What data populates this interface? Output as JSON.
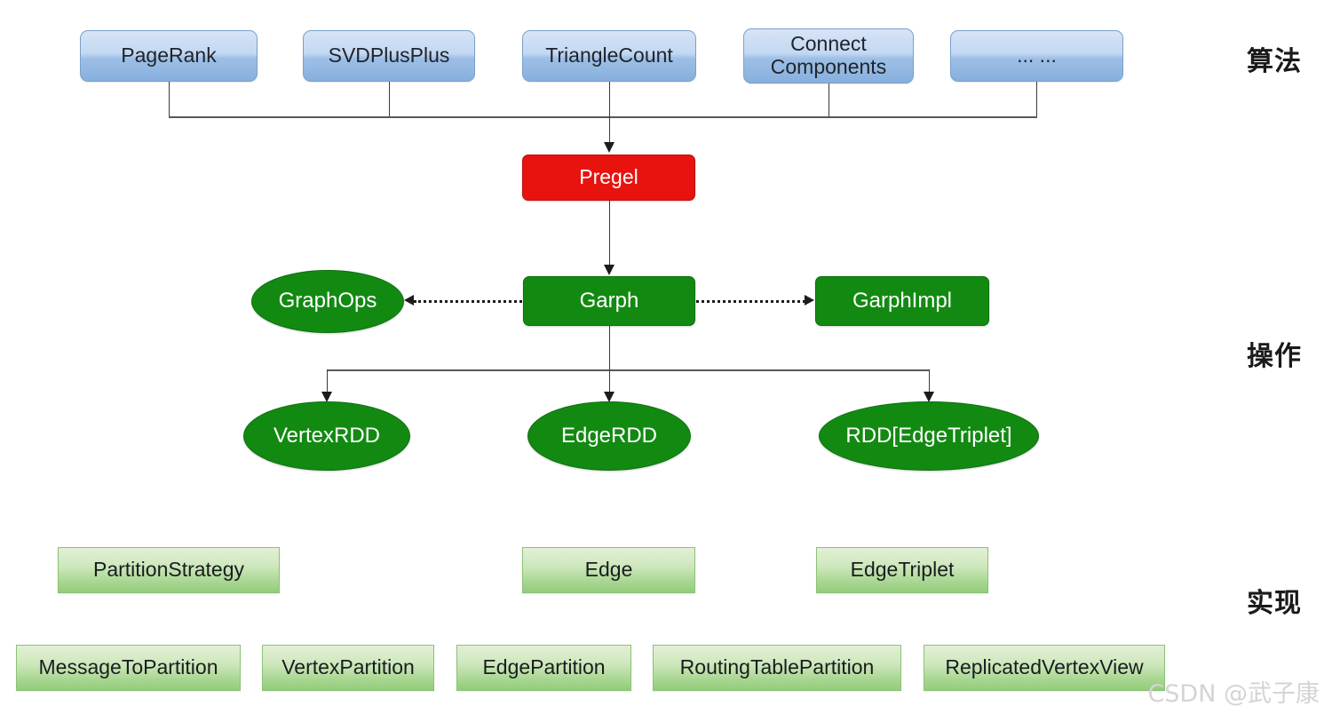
{
  "diagram": {
    "title": "Spark GraphX architecture",
    "colors": {
      "algorithm_box": "#9dbfe6",
      "pregel": "#e8120f",
      "graph_green": "#128a12",
      "impl_green": "#a9d793",
      "connector": "#4a4a4a",
      "watermark": "#d4d4d4"
    }
  },
  "sections": [
    {
      "id": "algorithms",
      "label": "算法"
    },
    {
      "id": "operations",
      "label": "操作"
    },
    {
      "id": "implementation",
      "label": "实现"
    }
  ],
  "algorithm_row": [
    {
      "id": "pagerank",
      "label": "PageRank"
    },
    {
      "id": "svdplusplus",
      "label": "SVDPlusPlus"
    },
    {
      "id": "trianglecount",
      "label": "TriangleCount"
    },
    {
      "id": "connectcomponents",
      "label": "Connect Components"
    },
    {
      "id": "more",
      "label": "... ..."
    }
  ],
  "pregel": {
    "label": "Pregel"
  },
  "graph_row": [
    {
      "id": "graphops",
      "label": "GraphOps",
      "shape": "ellipse"
    },
    {
      "id": "garph",
      "label": "Garph",
      "shape": "rect"
    },
    {
      "id": "garphimpl",
      "label": "GarphImpl",
      "shape": "rect"
    }
  ],
  "rdd_row": [
    {
      "id": "vertexrdd",
      "label": "VertexRDD"
    },
    {
      "id": "edgerdd",
      "label": "EdgeRDD"
    },
    {
      "id": "rddedgetriplet",
      "label": "RDD[EdgeTriplet]"
    }
  ],
  "impl_row_1": [
    {
      "id": "partitionstrategy",
      "label": "PartitionStrategy"
    },
    {
      "id": "edge",
      "label": "Edge"
    },
    {
      "id": "edgetriplet",
      "label": "EdgeTriplet"
    }
  ],
  "impl_row_2": [
    {
      "id": "messagetopartition",
      "label": "MessageToPartition"
    },
    {
      "id": "vertexpartition",
      "label": "VertexPartition"
    },
    {
      "id": "edgepartition",
      "label": "EdgePartition"
    },
    {
      "id": "routingtablepartition",
      "label": "RoutingTablePartition"
    },
    {
      "id": "replicatedvertexview",
      "label": "ReplicatedVertexView"
    }
  ],
  "watermark": {
    "text": "CSDN @武子康"
  }
}
